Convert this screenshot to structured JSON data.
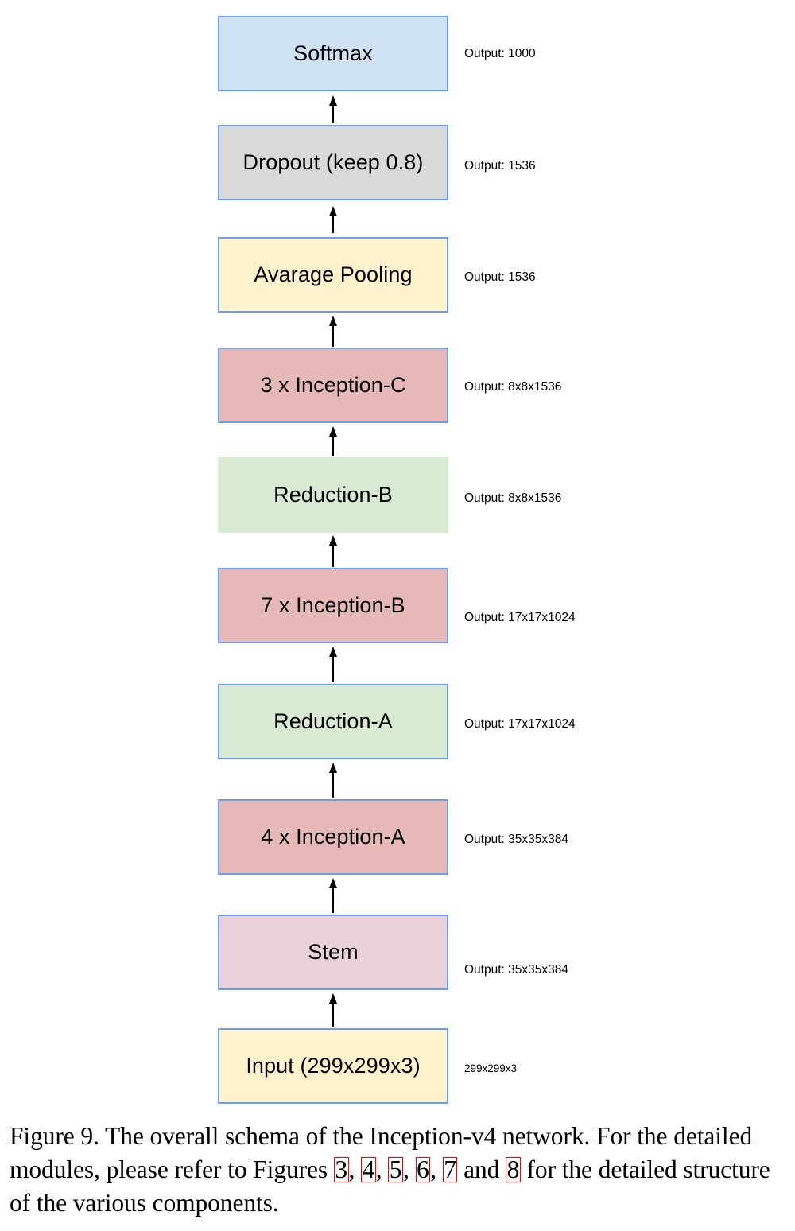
{
  "figure": {
    "type": "flowchart",
    "orientation": "bottom-to-top",
    "nodes": [
      {
        "id": "softmax",
        "label": "Softmax",
        "output": "Output: 1000",
        "fill": "#cfe2f3",
        "border": "#6d9eeb",
        "bordered": true
      },
      {
        "id": "dropout",
        "label": "Dropout (keep 0.8)",
        "output": "Output: 1536",
        "fill": "#d9d9d9",
        "border": "#6d9eeb",
        "bordered": true
      },
      {
        "id": "avgpool",
        "label": "Avarage Pooling",
        "output": "Output: 1536",
        "fill": "#fff2cc",
        "border": "#6d9eeb",
        "bordered": true
      },
      {
        "id": "inception_c",
        "label": "3 x Inception-C",
        "output": "Output: 8x8x1536",
        "fill": "#e6b8b7",
        "border": "#6d9eeb",
        "bordered": true
      },
      {
        "id": "reduction_b",
        "label": "Reduction-B",
        "output": "Output: 8x8x1536",
        "fill": "#d9ead3",
        "border": "none",
        "bordered": false
      },
      {
        "id": "inception_b",
        "label": "7 x Inception-B",
        "output": "Output: 17x17x1024",
        "fill": "#e6b8b7",
        "border": "#6d9eeb",
        "bordered": true
      },
      {
        "id": "reduction_a",
        "label": "Reduction-A",
        "output": "Output: 17x17x1024",
        "fill": "#d9ead3",
        "border": "#6d9eeb",
        "bordered": true
      },
      {
        "id": "inception_a",
        "label": "4 x Inception-A",
        "output": "Output: 35x35x384",
        "fill": "#e6b8b7",
        "border": "#6d9eeb",
        "bordered": true
      },
      {
        "id": "stem",
        "label": "Stem",
        "output": "Output: 35x35x384",
        "fill": "#ead1dc",
        "border": "#6d9eeb",
        "bordered": true
      },
      {
        "id": "input",
        "label": "Input (299x299x3)",
        "output": "299x299x3",
        "fill": "#fff2cc",
        "border": "#6d9eeb",
        "bordered": true
      }
    ],
    "arrow_color": "#000000"
  },
  "caption": {
    "part1": "Figure 9. The overall schema of the Inception-v4 network. For the detailed modules, please refer to Figures ",
    "ref1": "3",
    "sep1": ", ",
    "ref2": "4",
    "sep2": ", ",
    "ref3": "5",
    "sep3": ", ",
    "ref4": "6",
    "sep4": ", ",
    "ref5": "7",
    "sep5": " and ",
    "ref6": "8",
    "part2": " for the detailed structure of the various components.",
    "link_color": "#ff0000"
  }
}
